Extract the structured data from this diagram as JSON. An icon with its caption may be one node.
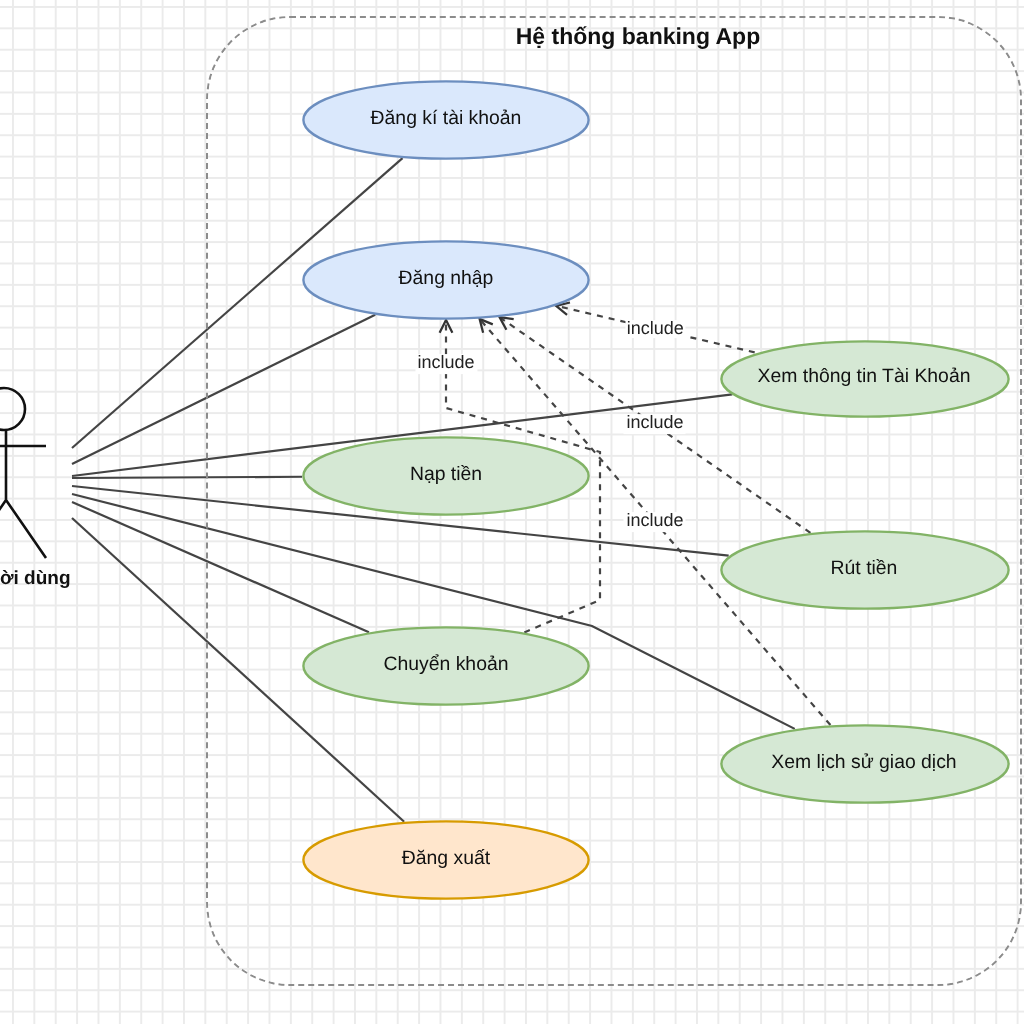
{
  "diagram": {
    "nodes": [
      {
        "text": [
          "Hệ thống banking App"
        ]
      },
      {
        "text": [
          "Đăng kí tài khoản"
        ],
        "in": 0
      },
      {
        "text": [
          "Đăng nhập"
        ],
        "in": 0
      },
      {
        "text": [
          "Xem thông tin Tài Khoản"
        ],
        "in": 0
      },
      {
        "text": [
          "Nạp tiền"
        ],
        "in": 0
      },
      {
        "text": [
          "Rút tiền"
        ],
        "in": 0
      },
      {
        "text": [
          "Chuyển khoản"
        ],
        "in": 0
      },
      {
        "text": [
          "Xem lịch sử giao dịch"
        ],
        "in": 0
      },
      {
        "text": [
          "Đăng xuất"
        ],
        "in": 0
      },
      {
        "text": [
          "ời dùng"
        ]
      }
    ],
    "edges": [
      {
        "from": 9,
        "to": 1,
        "arrow": "none"
      },
      {
        "from": 9,
        "to": 2,
        "arrow": "none"
      },
      {
        "from": 9,
        "to": 3,
        "arrow": "none"
      },
      {
        "from": 9,
        "to": 4,
        "arrow": "none"
      },
      {
        "from": 9,
        "to": 5,
        "arrow": "none"
      },
      {
        "from": 9,
        "to": 6,
        "arrow": "none"
      },
      {
        "from": 9,
        "to": 7,
        "arrow": "none"
      },
      {
        "from": 9,
        "to": 8,
        "arrow": "none"
      },
      {
        "from": 3,
        "to": 2,
        "arrow": "to",
        "label": "include",
        "style": "dashed"
      },
      {
        "from": 5,
        "to": 2,
        "arrow": "to",
        "label": "include",
        "style": "dashed"
      },
      {
        "from": 7,
        "to": 2,
        "arrow": "to",
        "label": "include",
        "style": "dashed"
      },
      {
        "from": 6,
        "to": 2,
        "arrow": "to",
        "label": "include",
        "style": "dashed"
      }
    ]
  }
}
